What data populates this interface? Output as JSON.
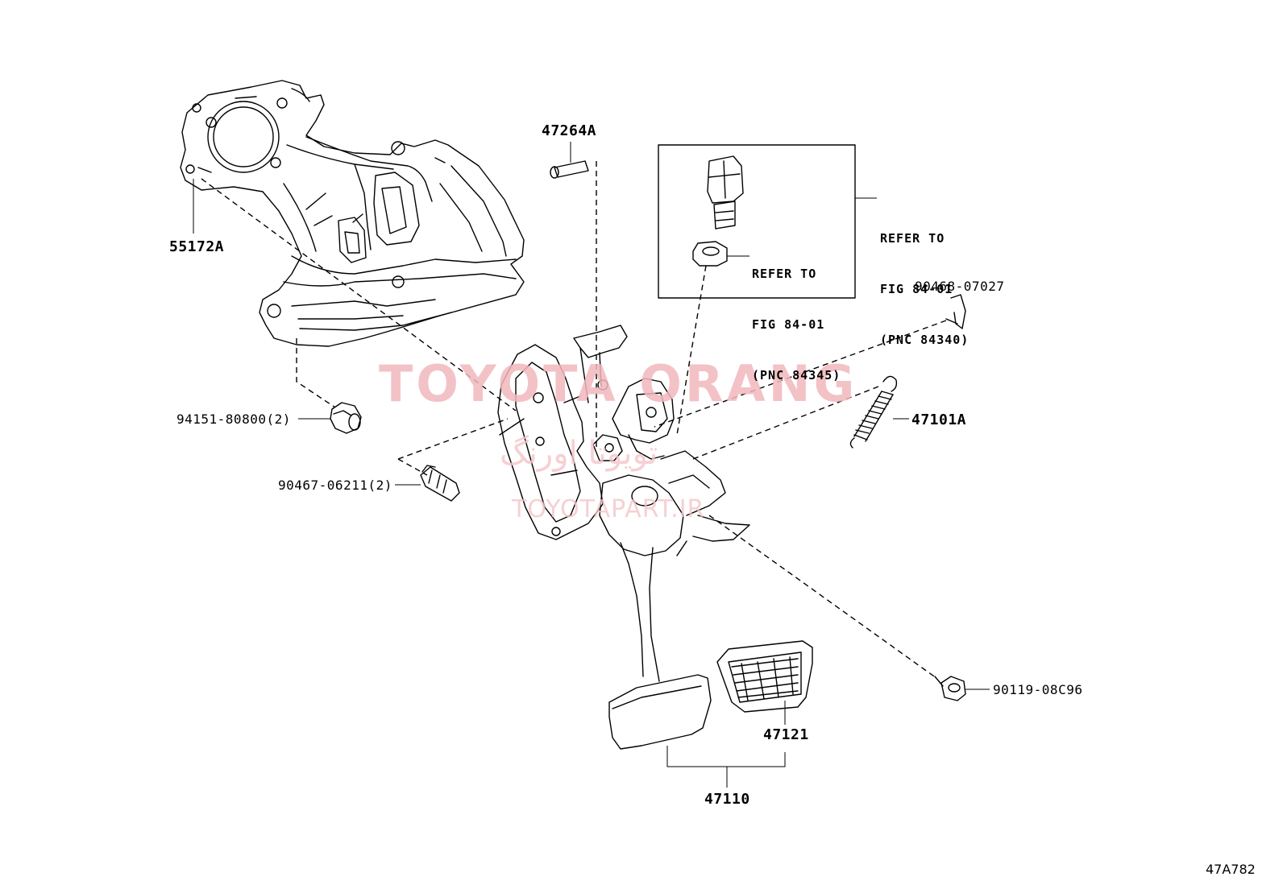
{
  "watermark": {
    "main": "TOYOTA ORANG",
    "arabic": "تويوتا اورنگ",
    "sub": "TOYOTAPART.IR"
  },
  "figure_code": "47A782",
  "parts": {
    "p55172A": "55172A",
    "p47264A": "47264A",
    "p94151": "94151-80800(2)",
    "p90467": "90467-06211(2)",
    "p90468": "90468-07027",
    "p47101A": "47101A",
    "p90119": "90119-08C96",
    "p47121": "47121",
    "p47110": "47110"
  },
  "refer_outer": {
    "line1": "REFER TO",
    "line2": "FIG 84-01",
    "line3": "(PNC 84340)"
  },
  "refer_inner": {
    "line1": "REFER TO",
    "line2": "FIG 84-01",
    "line3": "(PNC 84345)"
  }
}
